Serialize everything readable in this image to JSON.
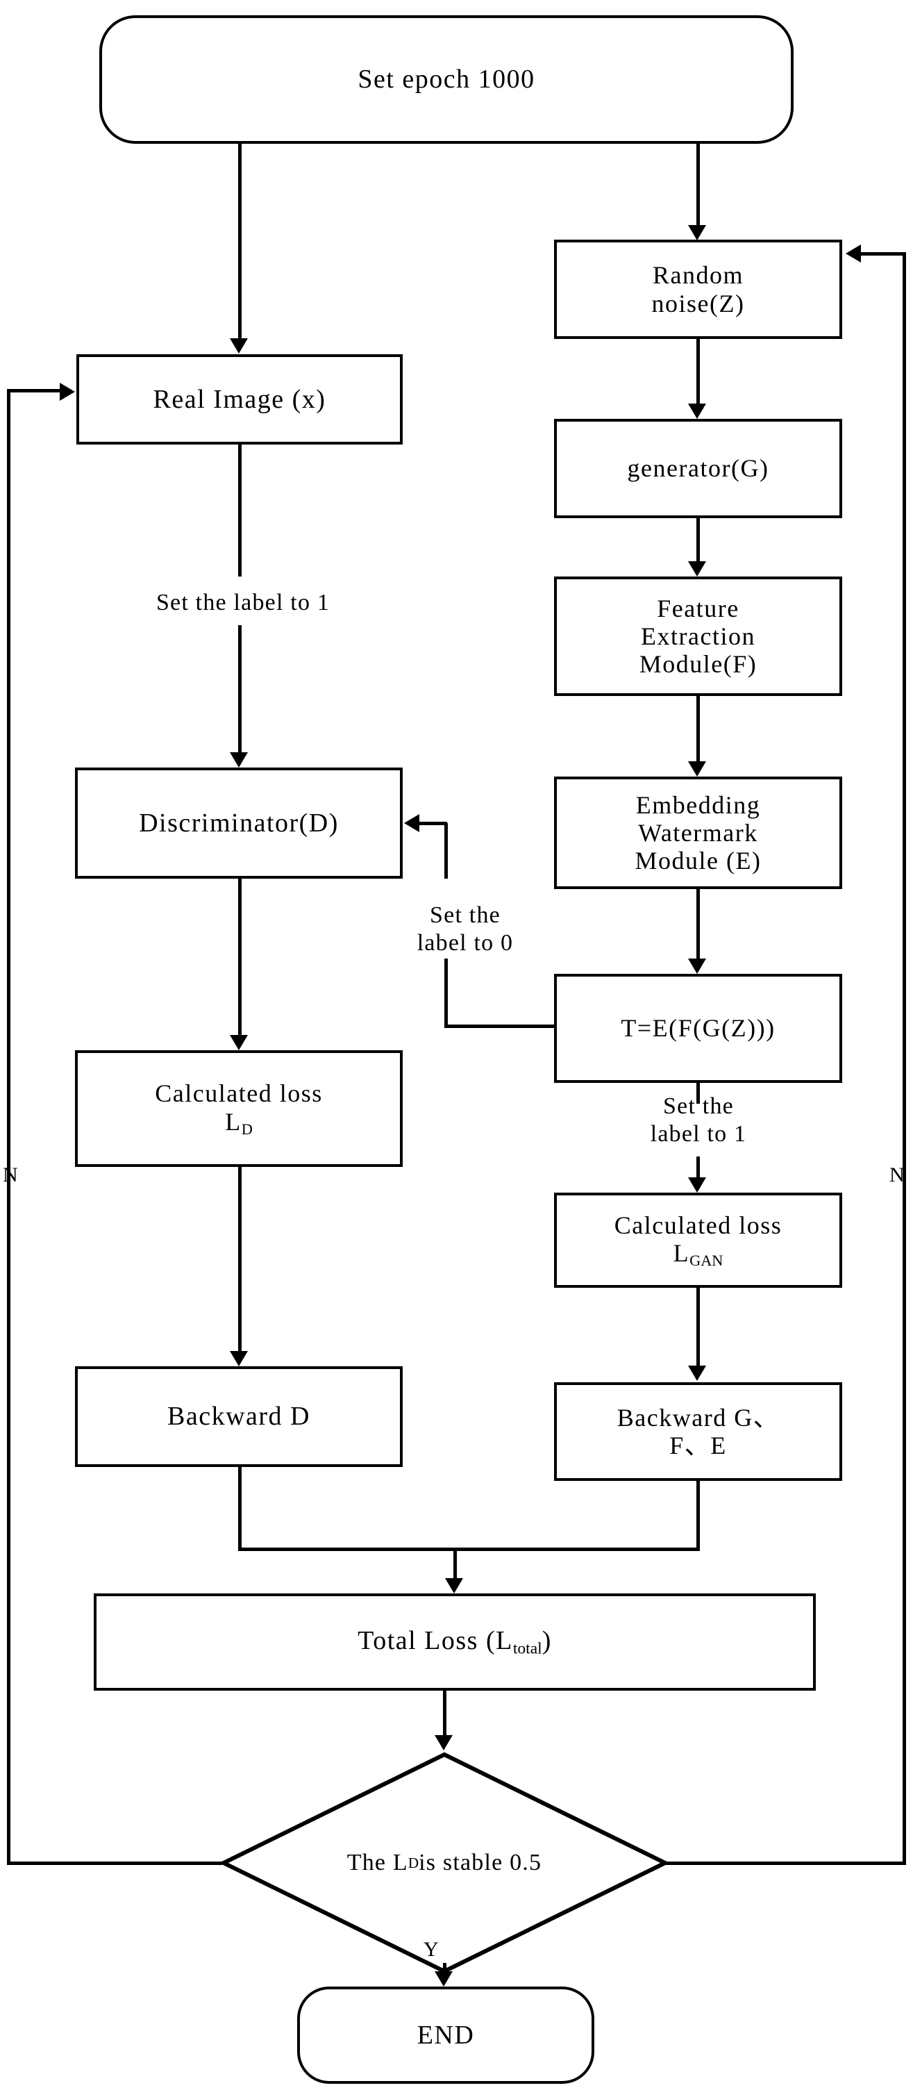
{
  "diagram": {
    "title": "GAN watermark training flowchart",
    "nodes": {
      "start": {
        "label": "Set epoch 1000",
        "shape": "terminator"
      },
      "real_image": {
        "label": "Real Image (x)",
        "shape": "process"
      },
      "random_noise": {
        "label": "Random\nnoise(Z)",
        "shape": "process"
      },
      "generator": {
        "label": "generator(G)",
        "shape": "process"
      },
      "feature_extraction": {
        "label": "Feature\nExtraction\nModule(F)",
        "shape": "process"
      },
      "embedding_watermark": {
        "label": "Embedding\nWatermark\nModule (E)",
        "shape": "process"
      },
      "discriminator": {
        "label": "Discriminator(D)",
        "shape": "process"
      },
      "transform": {
        "label": "T=E(F(G(Z)))",
        "shape": "process"
      },
      "loss_d": {
        "label_line1": "Calculated loss",
        "label_line2_base": "L",
        "label_line2_sub": "D",
        "shape": "process"
      },
      "loss_gan": {
        "label_line1": "Calculated loss",
        "label_line2_base": "L",
        "label_line2_sub": "GAN",
        "shape": "process"
      },
      "backward_d": {
        "label": "Backward D",
        "shape": "process"
      },
      "backward_gfe": {
        "label": "Backward G、\nF、E",
        "shape": "process"
      },
      "total_loss": {
        "label_pre": "Total Loss (L",
        "label_sub": "total",
        "label_post": ")",
        "shape": "process"
      },
      "decision": {
        "label_pre": "The L",
        "label_sub": "D",
        "label_post": " is stable 0.5",
        "shape": "decision"
      },
      "end": {
        "label": "END",
        "shape": "terminator"
      }
    },
    "edge_labels": {
      "label_to_1_left": "Set the label to 1",
      "label_to_0": "Set the\nlabel to 0",
      "label_to_1_right": "Set the\nlabel to 1",
      "no_left": "N",
      "no_right": "N",
      "yes": "Y"
    },
    "colors": {
      "stroke": "#000000",
      "fill": "#ffffff"
    }
  }
}
